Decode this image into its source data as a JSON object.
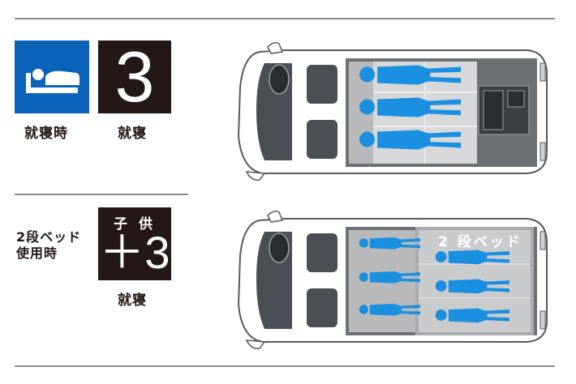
{
  "colors": {
    "accent_blue": "#0a63b8",
    "figure_blue": "#1a8fe0",
    "badge_dark": "#231815"
  },
  "sleep_mode": {
    "icon": "sleeping-person-icon",
    "icon_caption": "就寝時",
    "count": "3",
    "count_caption": "就寝"
  },
  "bunk_mode": {
    "label_line1": "2段ベッド",
    "label_line2": "使用時",
    "badge_top": "子 供",
    "badge_value": "＋3",
    "badge_caption": "就寝",
    "van_label": "2 段ベッド"
  }
}
